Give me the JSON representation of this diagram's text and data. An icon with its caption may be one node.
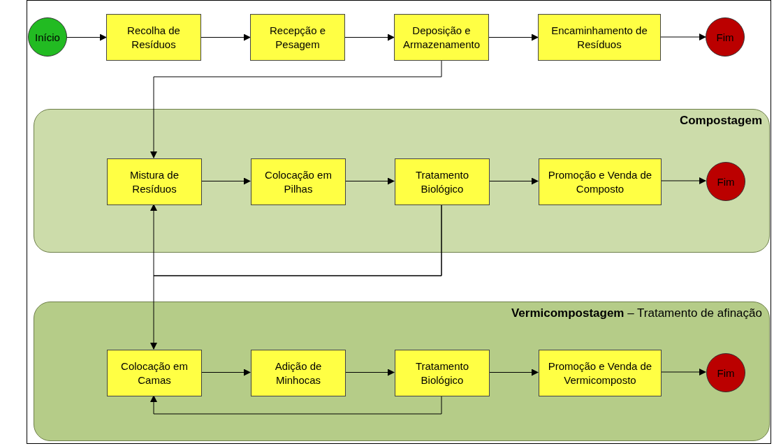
{
  "diagram": {
    "nodes": [
      {
        "text": [
          "Início"
        ]
      },
      {
        "text": [
          "Recolha de Resíduos"
        ]
      },
      {
        "text": [
          "Recepção e Pesagem"
        ]
      },
      {
        "text": [
          "Deposição e Armazenamento"
        ]
      },
      {
        "text": [
          "Encaminhamento de Resíduos"
        ]
      },
      {
        "text": [
          "Fim"
        ]
      },
      {
        "text": [
          "Compostagem"
        ]
      },
      {
        "text": [
          "Mistura de Resíduos"
        ],
        "in": 6
      },
      {
        "text": [
          "Colocação em Pilhas"
        ],
        "in": 6
      },
      {
        "text": [
          "Tratamento Biológico"
        ],
        "in": 6
      },
      {
        "text": [
          "Promoção e Venda de Composto"
        ],
        "in": 6
      },
      {
        "text": [
          "Fim"
        ],
        "in": 6
      },
      {
        "text": [
          "**Vermicompostagem** – Tratamento de afinação"
        ]
      },
      {
        "text": [
          "Colocação em Camas"
        ],
        "in": 12
      },
      {
        "text": [
          "Adição de Minhocas"
        ],
        "in": 12
      },
      {
        "text": [
          "Tratamento Biológico"
        ],
        "in": 12
      },
      {
        "text": [
          "Promoção e Venda de Vermicomposto"
        ],
        "in": 12
      },
      {
        "text": [
          "Fim"
        ],
        "in": 12
      }
    ],
    "edges": [
      {
        "from": 0,
        "to": 1,
        "arrow": "to"
      },
      {
        "from": 1,
        "to": 2,
        "arrow": "to"
      },
      {
        "from": 2,
        "to": 3,
        "arrow": "to"
      },
      {
        "from": 3,
        "to": 4,
        "arrow": "to"
      },
      {
        "from": 4,
        "to": 5,
        "arrow": "to"
      },
      {
        "from": 3,
        "to": 7,
        "arrow": "to"
      },
      {
        "from": 7,
        "to": 8,
        "arrow": "to"
      },
      {
        "from": 8,
        "to": 9,
        "arrow": "to"
      },
      {
        "from": 9,
        "to": 10,
        "arrow": "to"
      },
      {
        "from": 10,
        "to": 11,
        "arrow": "to"
      },
      {
        "from": 9,
        "to": 7,
        "arrow": "to"
      },
      {
        "from": 9,
        "to": 13,
        "arrow": "to"
      },
      {
        "from": 13,
        "to": 14,
        "arrow": "to"
      },
      {
        "from": 14,
        "to": 15,
        "arrow": "to"
      },
      {
        "from": 15,
        "to": 16,
        "arrow": "to"
      },
      {
        "from": 16,
        "to": 17,
        "arrow": "to"
      },
      {
        "from": 15,
        "to": 13,
        "arrow": "to"
      }
    ]
  }
}
